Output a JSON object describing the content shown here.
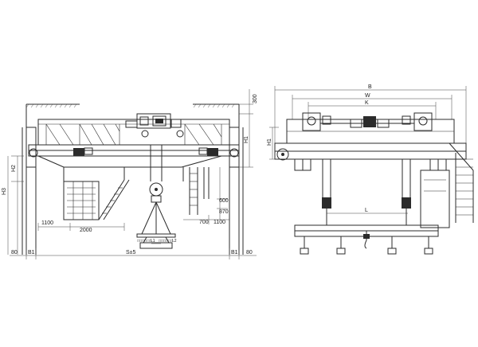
{
  "front": {
    "dims": {
      "h2": "H2",
      "h3": "H3",
      "h1_side": "H1",
      "top": "300",
      "d1100a": "1100",
      "d2000": "2000",
      "d600": "600",
      "d870": "870",
      "d700": "700",
      "d1100b": "1100",
      "b1_left": "B1",
      "b1_right": "B1",
      "d80_left": "80",
      "d80_right": "80",
      "span": "S±5",
      "l1": "L1",
      "l2": "L2"
    },
    "hook_tags": [
      "□□□□□□",
      "□□□□□□"
    ]
  },
  "side": {
    "dims": {
      "b": "B",
      "w": "W",
      "k": "K",
      "h1": "H1",
      "l": "L"
    }
  }
}
